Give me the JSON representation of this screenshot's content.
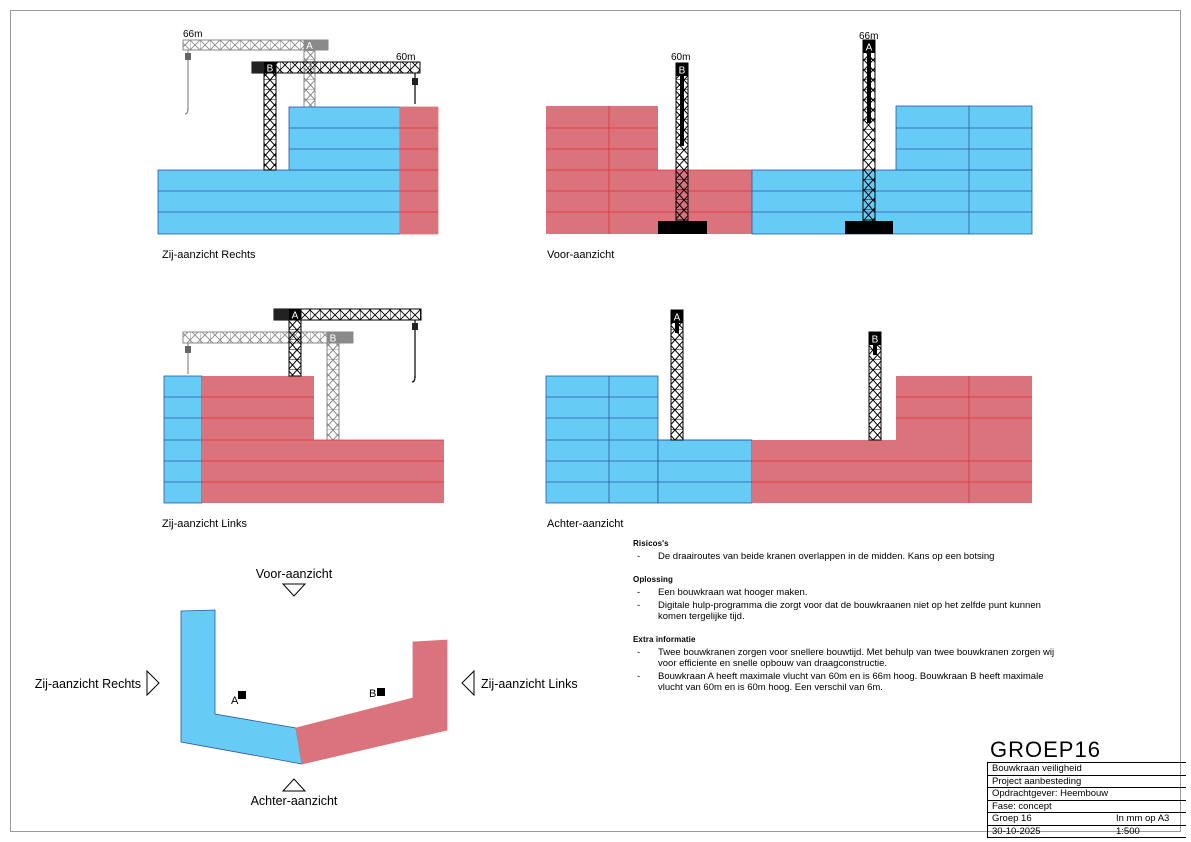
{
  "views": {
    "side_right": "Zij-aanzicht Rechts",
    "front": "Voor-aanzicht",
    "side_left": "Zij-aanzicht Links",
    "back": "Achter-aanzicht"
  },
  "crane_labels": {
    "a": "A",
    "b": "B",
    "len_66": "66m",
    "len_60": "60m"
  },
  "plan": {
    "front_label": "Voor-aanzicht",
    "back_label": "Achter-aanzicht",
    "right_label": "Zij-aanzicht Rechts",
    "left_label": "Zij-aanzicht Links",
    "crane_a": "A",
    "crane_b": "B"
  },
  "notes": {
    "risks_title": "Risicos's",
    "risks": [
      "De draairoutes van beide kranen overlappen in de midden. Kans op een botsing"
    ],
    "solution_title": "Oplossing",
    "solutions": [
      "Een bouwkraan wat hooger maken.",
      "Digitale hulp-programma die zorgt voor dat de bouwkraanen niet op het zelfde punt kunnen komen tergelijke tijd."
    ],
    "extra_title": "Extra informatie",
    "extra": [
      "Twee bouwkranen zorgen voor snellere bouwtijd. Met behulp van twee bouwkranen zorgen wij voor efficiente en snelle opbouw van draagconstructie.",
      "Bouwkraan A heeft maximale vlucht van 60m en is 66m hoog. Bouwkraan B heeft maximale vlucht van 60m en is 60m hoog. Een verschil van 6m."
    ]
  },
  "title_block": {
    "group": "GROEP16",
    "project_name": "Bouwkraan veiligheid",
    "project_type": "Project aanbesteding",
    "client": "Opdrachtgever: Heembouw",
    "phase": "Fase: concept",
    "team": "Groep 16",
    "units": "In mm op A3",
    "date": "30-10-2025",
    "scale": "1:500"
  },
  "colors": {
    "blue": "#66ccf5",
    "blue_line": "#2d55a3",
    "red": "#db737c",
    "red_line": "#e0303c"
  }
}
